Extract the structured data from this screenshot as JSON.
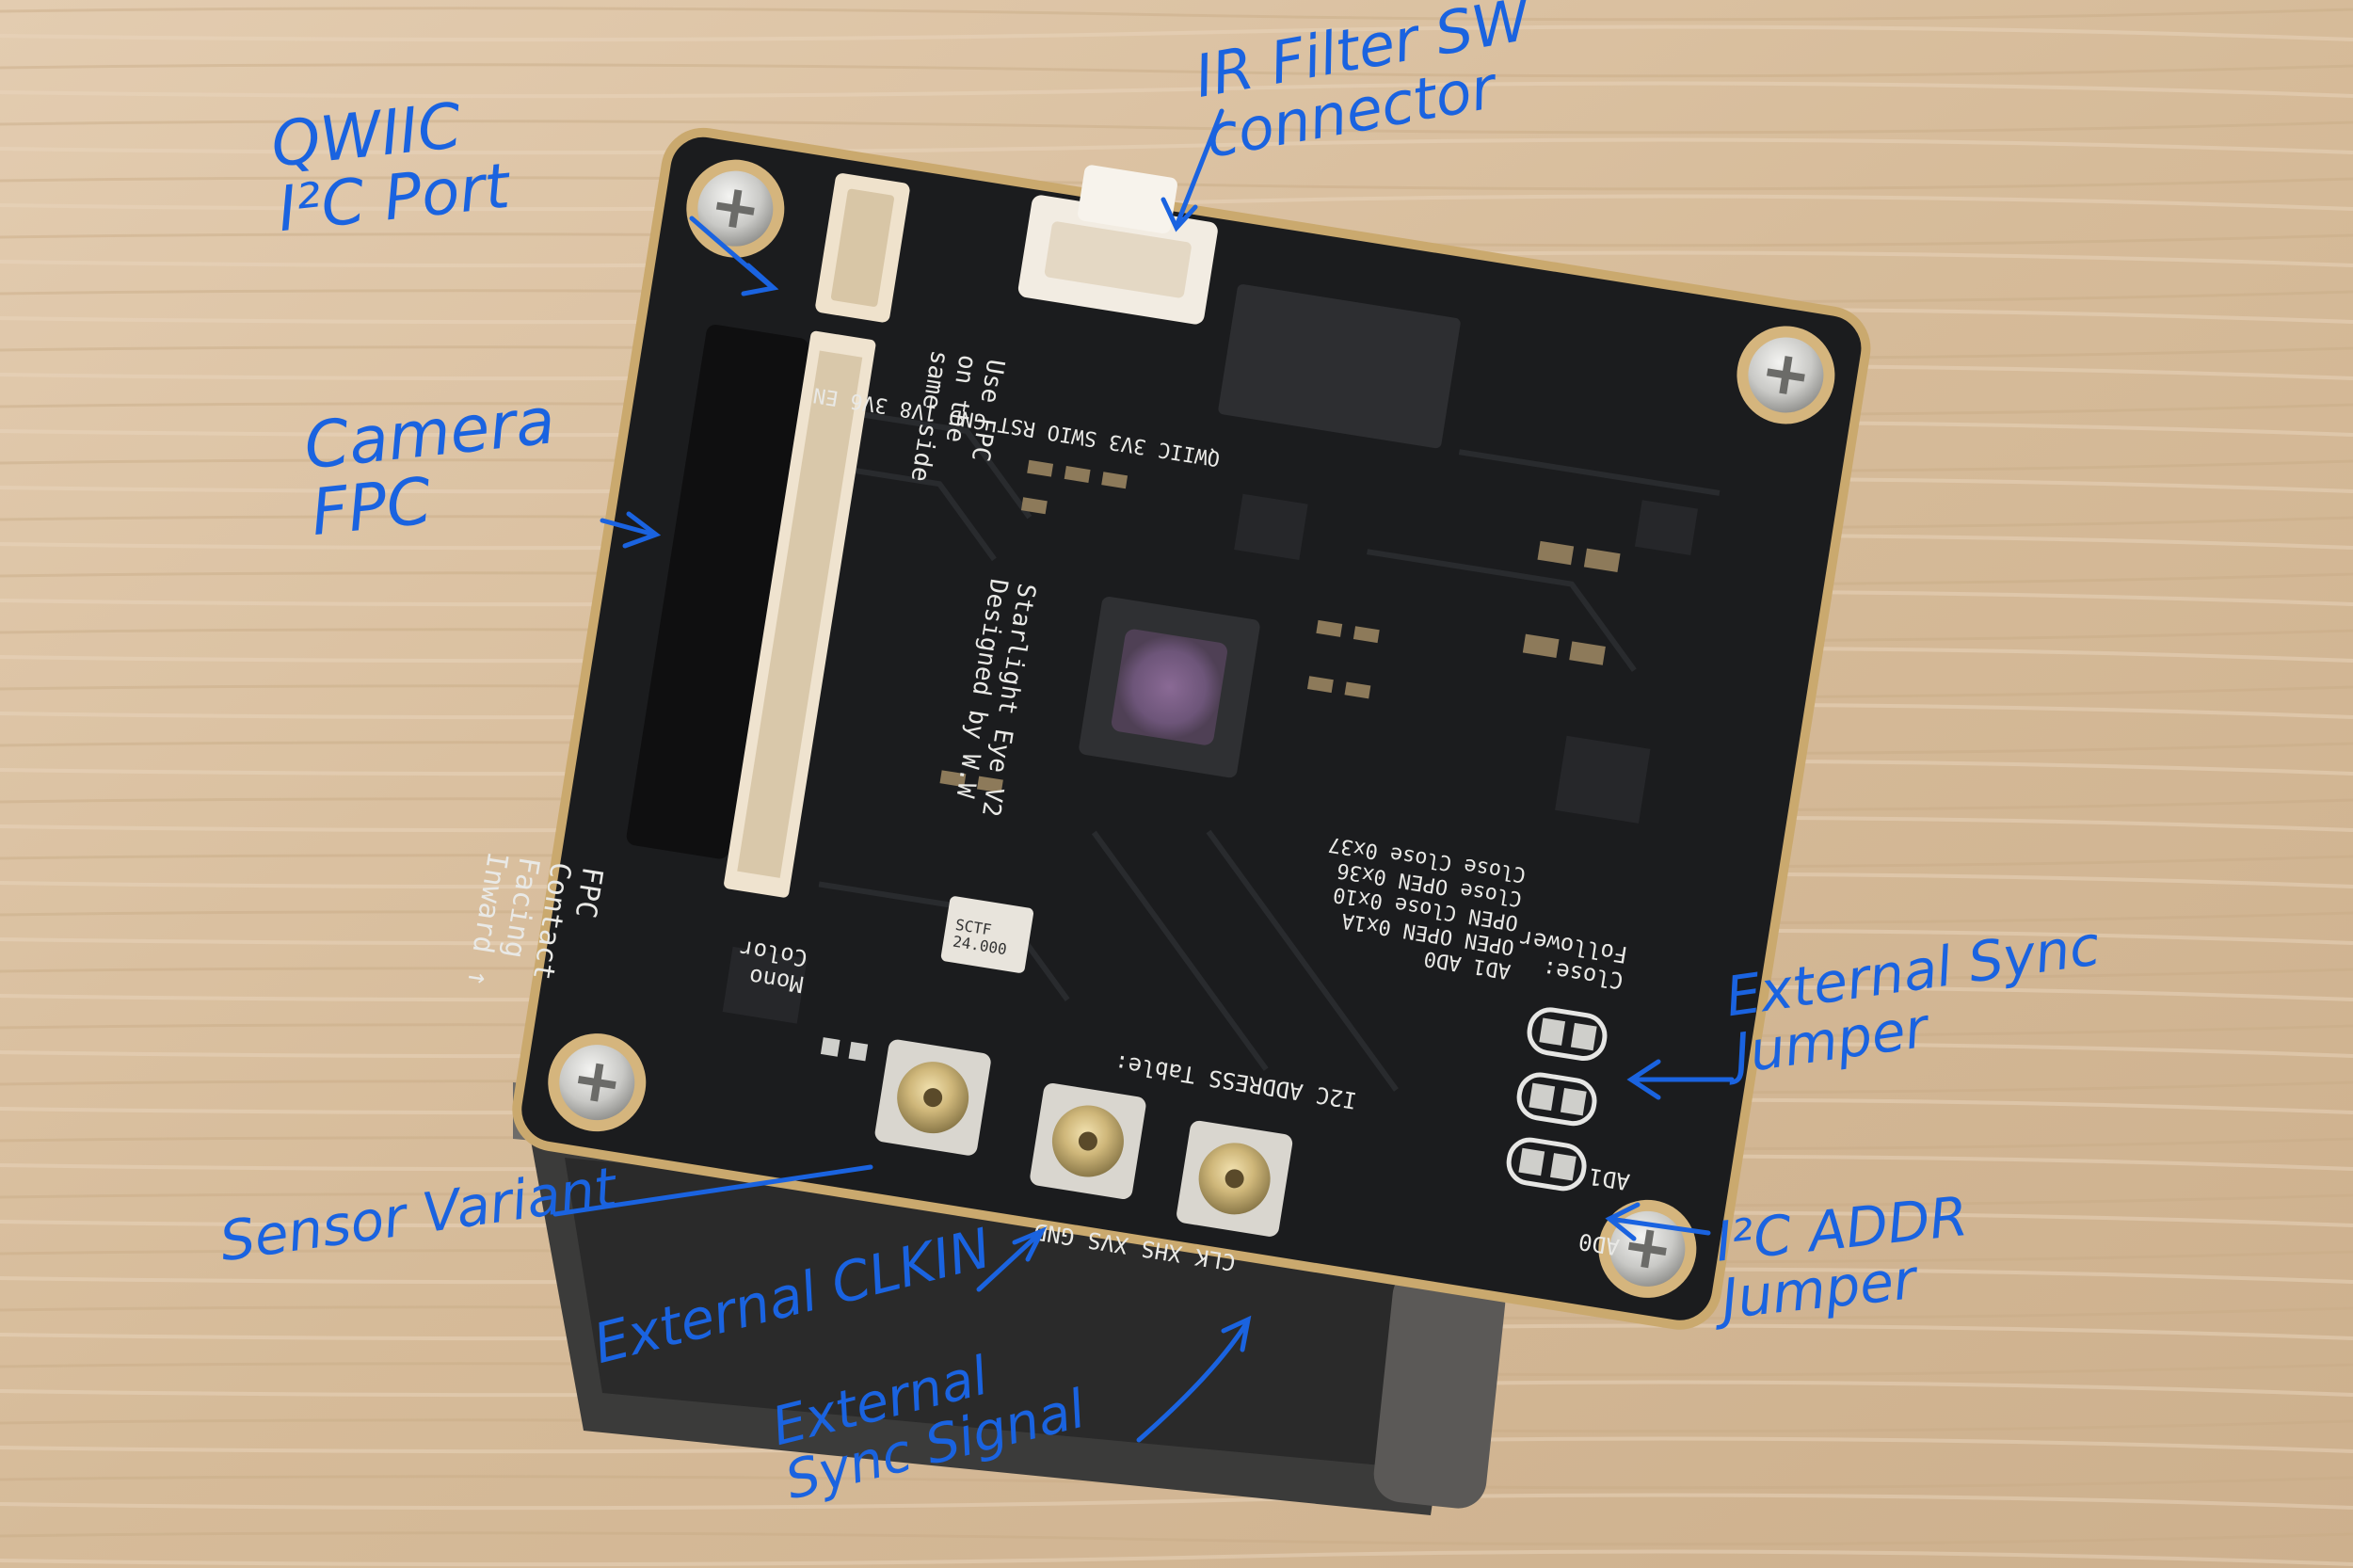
{
  "annotations": {
    "qwiic": "QWIIC\nI²C Port",
    "ir_filter": "IR Filter SW\nconnector",
    "camera_fpc": "Camera\nFPC",
    "external_sync_jumper": "External Sync\nJumper",
    "i2c_addr_jumper": "I²C ADDR\nJumper",
    "sensor_variant": "Sensor Variant",
    "external_clkin": "External CLKIN",
    "external_sync_signal": "External\nSync Signal"
  },
  "board_silkscreen": {
    "fpc_note": "FPC\nContact\nFacing\nInward ↑",
    "use_fpc_note": "Use FPC\non the\nsame side",
    "design_credit": "Starlight Eye V2\nDesigned by W.W",
    "sensor_variant_labels": [
      "Mono",
      "Color"
    ],
    "address_table_title": "I2C ADDRESS Table:",
    "address_table_rows": [
      [
        "AD1",
        "AD0",
        ""
      ],
      [
        "OPEN",
        "OPEN",
        "0x1A"
      ],
      [
        "OPEN",
        "Close",
        "0x10"
      ],
      [
        "Close",
        "OPEN",
        "0x36"
      ],
      [
        "Close",
        "Close",
        "0x37"
      ]
    ],
    "follower_note": "Close:\nFollower",
    "connector_labels": [
      "CLK",
      "XHS",
      "XVS",
      "GND"
    ],
    "jumper_labels": [
      "AD0",
      "AD1"
    ],
    "crystal_label": "SCTF\n24.000",
    "top_labels": [
      "QWIIC",
      "3V3",
      "SWIO",
      "RST",
      "GND",
      "1V8",
      "3V6",
      "EN"
    ]
  },
  "colors": {
    "background": "#d9c1a2",
    "board": "#1b1c1e",
    "annotation_ink": "#1a63e0",
    "silkscreen": "#e9e9e6"
  }
}
